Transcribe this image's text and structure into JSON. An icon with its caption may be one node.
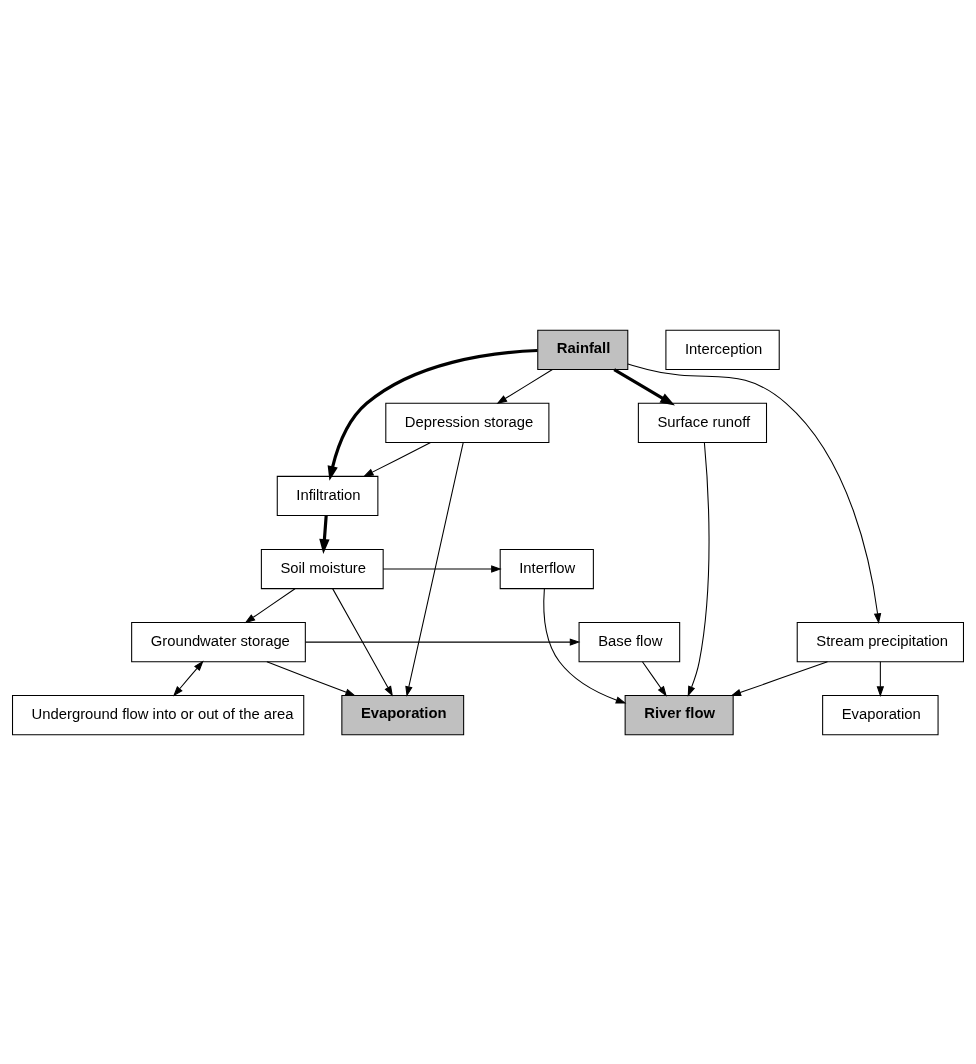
{
  "diagram": {
    "nodes": [
      {
        "text": [
          "Evaporation"
        ]
      },
      {
        "text": [
          "Evaporation"
        ]
      },
      {
        "text": [
          "Rainfall"
        ]
      },
      {
        "text": [
          "Stream precipitation"
        ]
      },
      {
        "text": [
          "Interception"
        ]
      },
      {
        "text": [
          "Depression storage"
        ]
      },
      {
        "text": [
          "Surface runoff"
        ]
      },
      {
        "text": [
          "Infiltration"
        ]
      },
      {
        "text": [
          "Soil moisture"
        ]
      },
      {
        "text": [
          "Interflow"
        ]
      },
      {
        "text": [
          "Groundwater storage"
        ]
      },
      {
        "text": [
          "Base flow"
        ]
      },
      {
        "text": [
          "Underground flow into or out of the area"
        ]
      },
      {
        "text": [
          "River flow"
        ]
      }
    ],
    "edges": [
      {
        "from": 2,
        "to": 3,
        "arrow": "to"
      },
      {
        "from": 3,
        "to": 1,
        "arrow": "to"
      },
      {
        "from": 2,
        "to": 5,
        "arrow": "to"
      },
      {
        "from": 5,
        "to": 7,
        "arrow": "to"
      },
      {
        "from": 2,
        "to": 6,
        "arrow": "to",
        "style": "thick"
      },
      {
        "from": 2,
        "to": 7,
        "arrow": "to",
        "style": "thick"
      },
      {
        "from": 7,
        "to": 8,
        "arrow": "to",
        "style": "thick"
      },
      {
        "from": 5,
        "to": 0,
        "arrow": "to"
      },
      {
        "from": 8,
        "to": 0,
        "arrow": "to"
      },
      {
        "from": 10,
        "to": 0,
        "arrow": "to"
      },
      {
        "from": 8,
        "to": 9,
        "arrow": "to"
      },
      {
        "from": 8,
        "to": 10,
        "arrow": "to"
      },
      {
        "from": 10,
        "to": 11,
        "arrow": "to"
      },
      {
        "from": 10,
        "to": 12,
        "arrow": "both"
      },
      {
        "from": 3,
        "to": 13,
        "arrow": "to"
      },
      {
        "from": 6,
        "to": 13,
        "arrow": "to"
      },
      {
        "from": 9,
        "to": 13,
        "arrow": "to"
      },
      {
        "from": 11,
        "to": 13,
        "arrow": "to"
      }
    ]
  }
}
